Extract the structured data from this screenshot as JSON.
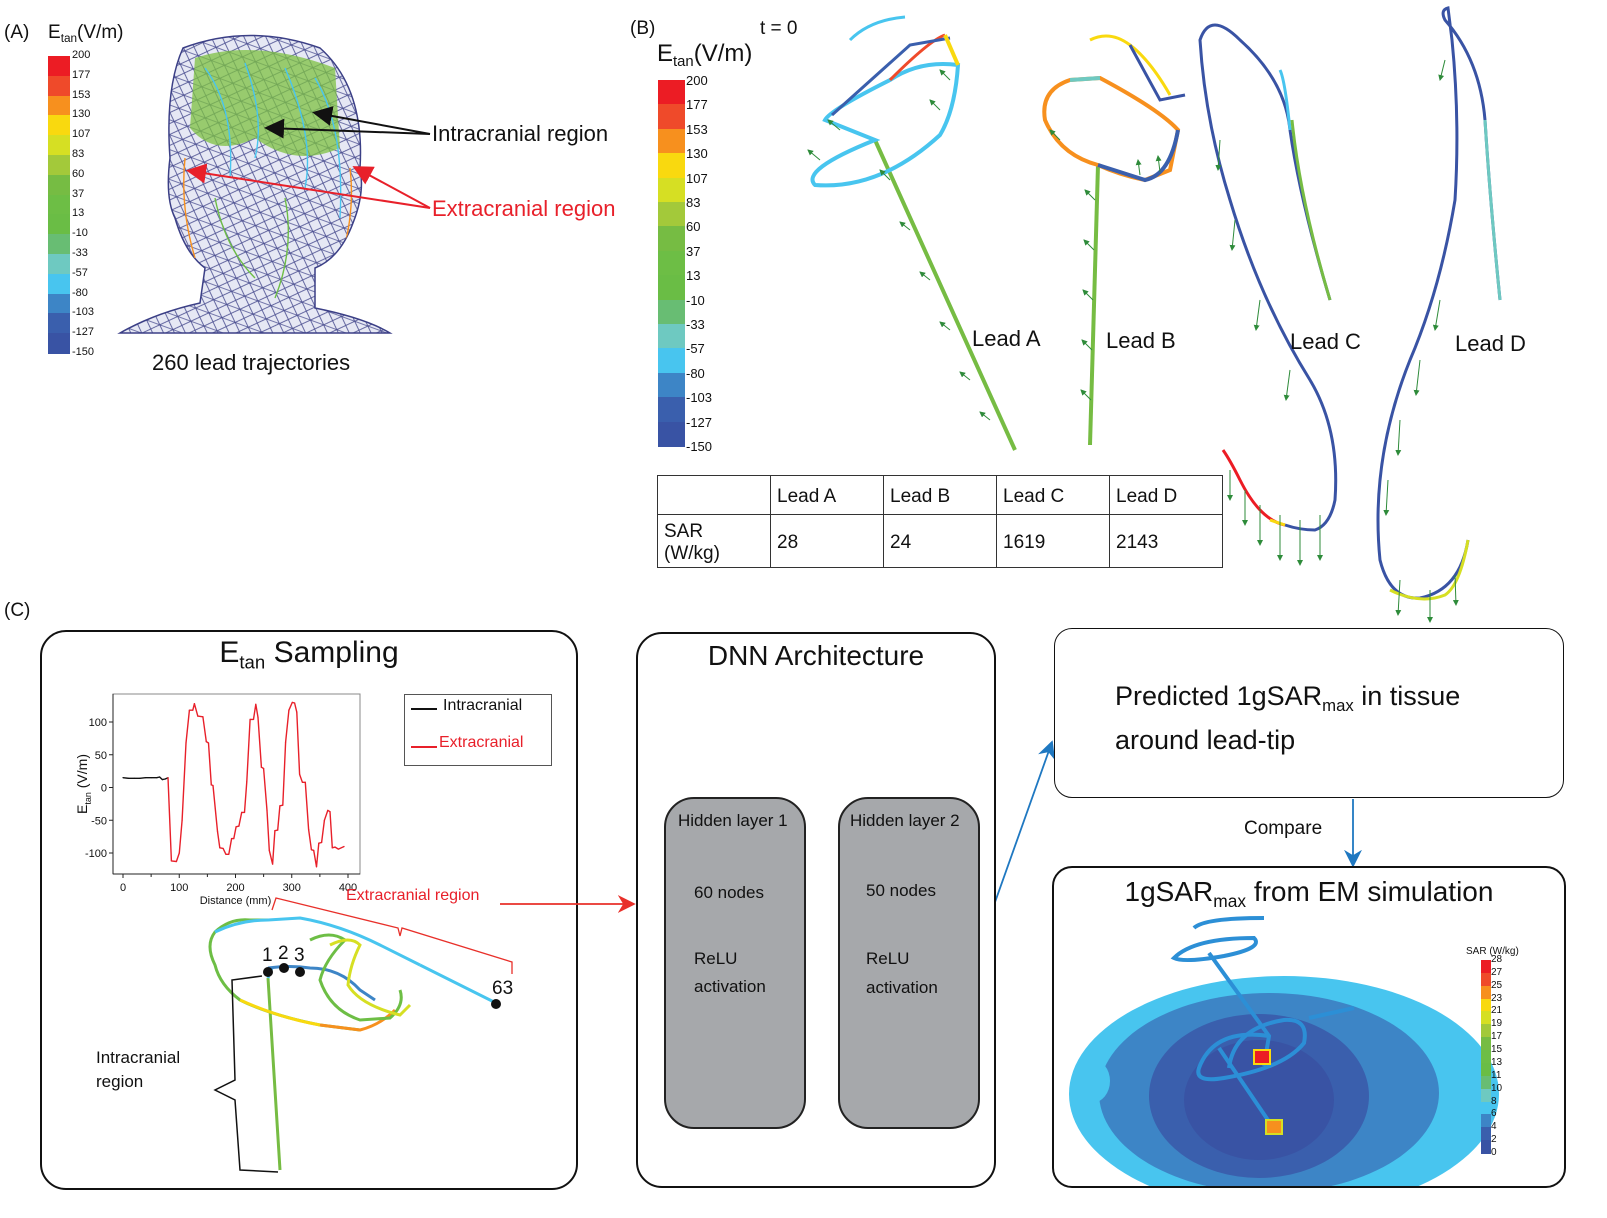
{
  "panel_labels": {
    "a": "(A)",
    "b": "(B)",
    "c": "(C)"
  },
  "colorbar_etan": {
    "title_main": "E",
    "title_sub": "tan",
    "title_unit": "(V/m)",
    "ticks": [
      "200",
      "177",
      "153",
      "130",
      "107",
      "83",
      "60",
      "37",
      "13",
      "-10",
      "-33",
      "-57",
      "-80",
      "-103",
      "-127",
      "-150"
    ],
    "colors": [
      "#ec1c24",
      "#ef4a2a",
      "#f7901e",
      "#f9d90f",
      "#d6df23",
      "#a3c93a",
      "#76bc43",
      "#6dbe45",
      "#6abd45",
      "#68bd73",
      "#6ec9c1",
      "#48c5ef",
      "#3d85c6",
      "#3a5fad",
      "#3953a4"
    ]
  },
  "panel_a": {
    "caption": "260 lead trajectories",
    "intracranial_label": "Intracranial region",
    "extracranial_label": "Extracranial region",
    "intracranial_color": "#111111",
    "extracranial_color": "#e8202a"
  },
  "panel_b": {
    "time_label": "t = 0",
    "leads": [
      "Lead A",
      "Lead B",
      "Lead C",
      "Lead D"
    ],
    "table": {
      "header": [
        "",
        "Lead A",
        "Lead B",
        "Lead C",
        "Lead D"
      ],
      "row_label": "SAR (W/kg)",
      "values": [
        "28",
        "24",
        "1619",
        "2143"
      ]
    }
  },
  "panel_c": {
    "sampling_box": {
      "title_main": "E",
      "title_sub": "tan",
      "title_rest": " Sampling",
      "extracranial_region_label": "Extracranial region",
      "intracranial_region_label_line1": "Intracranial",
      "intracranial_region_label_line2": "region",
      "sample_points": [
        "1",
        "2",
        "3",
        "63"
      ]
    },
    "dnn_box": {
      "title": "DNN Architecture",
      "layers": [
        {
          "name": "Hidden layer 1",
          "nodes": "60 nodes",
          "activation_line1": "ReLU",
          "activation_line2": "activation"
        },
        {
          "name": "Hidden layer 2",
          "nodes": "50 nodes",
          "activation_line1": "ReLU",
          "activation_line2": "activation"
        }
      ]
    },
    "predicted_box": {
      "text_pre": "Predicted 1gSAR",
      "text_sub": "max",
      "text_post": " in tissue",
      "text_line2": "around lead-tip"
    },
    "compare_label": "Compare",
    "em_box": {
      "title_main": "1gSAR",
      "title_sub": "max",
      "title_rest": " from EM simulation",
      "colorbar_title": "SAR (W/kg)",
      "colorbar_ticks": [
        "28",
        "27",
        "25",
        "23",
        "21",
        "19",
        "17",
        "15",
        "13",
        "11",
        "10",
        "8",
        "6",
        "4",
        "2",
        "0"
      ],
      "colorbar_colors": [
        "#ec1c24",
        "#ef4a2a",
        "#f7901e",
        "#f9d90f",
        "#d6df23",
        "#a3c93a",
        "#76bc43",
        "#6dbe45",
        "#6abd45",
        "#68bd73",
        "#6ec9c1",
        "#48c5ef",
        "#3d85c6",
        "#3a5fad",
        "#3953a4"
      ]
    },
    "arrow_colors": {
      "red": "#e8302a",
      "blue": "#1f78c1"
    }
  },
  "chart_data": {
    "type": "line",
    "title": "",
    "xlabel": "Distance (mm)",
    "ylabel_main": "E",
    "ylabel_sub": "tan",
    "ylabel_unit": " (V/m)",
    "xlim": [
      -20,
      420
    ],
    "ylim": [
      -135,
      140
    ],
    "xticks": [
      0,
      100,
      200,
      300,
      400
    ],
    "yticks": [
      100,
      50,
      0,
      -50,
      -100
    ],
    "grid": false,
    "legend_position": "outside-right-top",
    "series": [
      {
        "name": "Intracranial",
        "color": "#111111",
        "x": [
          0,
          10,
          20,
          30,
          40,
          50,
          60,
          65,
          70,
          75,
          80
        ],
        "y": [
          15,
          14,
          14,
          14,
          15,
          15,
          15,
          16,
          12,
          13,
          15
        ]
      },
      {
        "name": "Extracranial",
        "color": "#e8202a",
        "x": [
          80,
          86,
          95,
          100,
          105,
          112,
          118,
          124,
          127,
          133,
          142,
          148,
          152,
          157,
          160,
          168,
          172,
          178,
          183,
          188,
          193,
          197,
          201,
          206,
          211,
          216,
          220,
          226,
          232,
          236,
          240,
          246,
          250,
          256,
          260,
          266,
          270,
          275,
          279,
          284,
          289,
          295,
          301,
          305,
          309,
          314,
          319,
          324,
          330,
          335,
          339,
          344,
          348,
          353,
          358,
          364,
          368,
          372,
          377,
          383,
          393
        ],
        "y": [
          15,
          -112,
          -113,
          -100,
          -50,
          68,
          118,
          118,
          128,
          109,
          108,
          70,
          68,
          4,
          3,
          -67,
          -92,
          -93,
          -102,
          -102,
          -78,
          -78,
          -60,
          -59,
          -38,
          -38,
          9,
          104,
          104,
          127,
          107,
          31,
          29,
          -35,
          -96,
          -117,
          -66,
          -65,
          -28,
          -27,
          69,
          118,
          130,
          129,
          115,
          20,
          8,
          8,
          -64,
          -95,
          -96,
          -121,
          -85,
          -84,
          -50,
          -35,
          -37,
          -92,
          -91,
          -94,
          -90
        ]
      }
    ]
  }
}
